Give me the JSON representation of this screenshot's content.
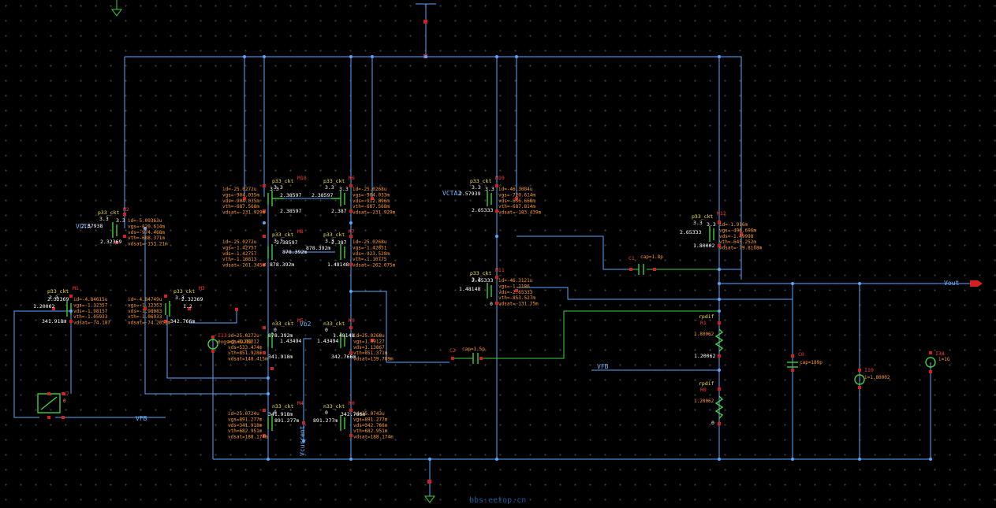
{
  "nets": {
    "vfb": "VFB",
    "vout": "Vout",
    "vb2": "Vb2",
    "vcurrent": "Vcurrent",
    "vcta": "VCTA",
    "vcta2": "VCTA2"
  },
  "watermark": "bbs.eetop.cn",
  "devices": [
    {
      "id": "m18",
      "model": "p33_ckt",
      "name": "M18",
      "w": "3.3",
      "params": [
        "id=-25.0272u",
        "vgs=-904.035m",
        "vds=-904.035m",
        "vth=-687.568m",
        "vdsat=-231.929m"
      ],
      "volts": [
        "2.38597",
        "2.38597",
        "3.3"
      ]
    },
    {
      "id": "m6",
      "model": "p33_ckt",
      "name": "M6",
      "w": "3.3",
      "params": [
        "id=-25.0268u",
        "vgs=-904.033m",
        "vds=-912.896m",
        "vth=-687.568m",
        "vdsat=-231.929m"
      ],
      "volts": [
        "2.38597",
        "2.387",
        "3.3"
      ]
    },
    {
      "id": "m8",
      "model": "p33_ckt",
      "name": "M8",
      "w": "3.3",
      "params": [
        "id=-25.0272u",
        "vgs=-1.42757",
        "vds=-1.42757",
        "vth=-1.10813",
        "vdsat=-261.345m"
      ],
      "volts": [
        "2.38597",
        "878.392m",
        "878.392m"
      ]
    },
    {
      "id": "m7",
      "model": "p33_ckt",
      "name": "M7",
      "w": "3.3",
      "params": [
        "id=-25.0268u",
        "vgs=-1.42851",
        "vds=-923.528m",
        "vth=-1.10775",
        "vdsat=-262.075m"
      ],
      "volts": [
        "2.387",
        "878.392m",
        "1.48148"
      ]
    },
    {
      "id": "m2",
      "model": "p33_ckt",
      "name": "M2",
      "w": "3.3",
      "params": [
        "id=-5.09363u",
        "vgs=-820.614m",
        "vds=-974.468m",
        "vth=-688.371m",
        "vdsat=-153.21m"
      ],
      "volts": [
        "2.57938",
        "3.3",
        "2.32369"
      ]
    },
    {
      "id": "m1",
      "model": "p33_ckt",
      "name": "M1",
      "w": "3.3",
      "params": [
        "id=-4.84615u",
        "vgs=-1.12357",
        "vds=-1.98157",
        "vth=-1.05933",
        "vdsat=-74.187"
      ],
      "volts": [
        "2.32369",
        "1.20062",
        "341.918m"
      ]
    },
    {
      "id": "m3",
      "model": "p33_ckt",
      "name": "M3",
      "w": "3.3",
      "params": [
        "id=-4.84749u",
        "vgs=-1.12353",
        "vds=-1.98083",
        "vth=-1.06933",
        "vdsat=-74.2052m"
      ],
      "volts": [
        "2.32369",
        "1.2",
        "342.766m"
      ]
    },
    {
      "id": "m10",
      "model": "p33_ckt",
      "name": "M10",
      "w": "3.3",
      "params": [
        "id=-46.3084u",
        "vgs=-720.614m",
        "vds=-656.668m",
        "vth=-687.814m",
        "vdsat=-183.439m"
      ],
      "volts": [
        "2.57939",
        "2.65333",
        "3.3"
      ]
    },
    {
      "id": "m11",
      "model": "p33_ckt",
      "name": "M11",
      "w": "3.3",
      "params": [
        "id=-46.3121u",
        "vgs=-1.2186",
        "vds=-2.65333",
        "vth=-853.527m",
        "vdsat=-131.75m"
      ],
      "volts": [
        "2.65333",
        "1.48148",
        "0"
      ]
    },
    {
      "id": "m12",
      "model": "p33_ckt",
      "name": "M12",
      "w": "3.3",
      "params": [
        "id=-1.916m",
        "vgs=-496.696m",
        "vds=-1.49998",
        "vth=-645.252m",
        "vdsat=-79.8168m"
      ],
      "volts": [
        "2.65333",
        "1.80002",
        "3.3"
      ]
    },
    {
      "id": "m5",
      "model": "n33_ckt",
      "name": "M5",
      "w": "0",
      "params": [
        "id=25.0272u",
        "vgs=1.09212",
        "vds=533.474m",
        "vth=851.928m",
        "vdsat=148.415m"
      ],
      "volts": [
        "878.392m",
        "1.43494",
        "341.918m"
      ]
    },
    {
      "id": "m9",
      "model": "n33_ckt",
      "name": "M9",
      "w": "0",
      "params": [
        "id=25.0268u",
        "vgs=1.09127",
        "vds=1.13867",
        "vth=851.371m",
        "vdsat=139.789m"
      ],
      "volts": [
        "1.48148",
        "1.43494",
        "342.766m"
      ]
    },
    {
      "id": "m4",
      "model": "n33_ckt",
      "name": "M4",
      "w": "0",
      "params": [
        "id=25.0724u",
        "vgs=891.277m",
        "vds=341.918m",
        "vth=682.951m",
        "vdsat=188.174m"
      ],
      "volts": [
        "341.918m",
        "891.277m"
      ]
    },
    {
      "id": "m0",
      "model": "n33_ckt",
      "name": "M0",
      "w": "0",
      "params": [
        "id=25.0743u",
        "vgs=891.277m",
        "vds=342.766m",
        "vth=682.951m",
        "vdsat=188.174m"
      ],
      "volts": [
        "342.766m",
        "891.277m"
      ]
    }
  ],
  "passives": [
    {
      "id": "r1",
      "model": "rpdif",
      "name": "R1",
      "value": "1.80062",
      "node": "1.20062"
    },
    {
      "id": "r0",
      "model": "rpdif",
      "name": "R0",
      "value": "1.20062",
      "node": "0"
    },
    {
      "id": "c0",
      "name": "C0",
      "value": "cap=189p"
    },
    {
      "id": "c2",
      "name": "C2",
      "value": "cap=1.5p"
    },
    {
      "id": "c1",
      "name": "C1",
      "value": "cap=1.8p"
    },
    {
      "id": "i13",
      "name": "I13",
      "value": "0vgs=1.09212"
    },
    {
      "id": "i10",
      "name": "I10",
      "value": "i=1.80002"
    },
    {
      "id": "i38",
      "name": "I38",
      "value": "i=1G"
    },
    {
      "id": "v7",
      "name": "V7",
      "value": "0"
    }
  ]
}
